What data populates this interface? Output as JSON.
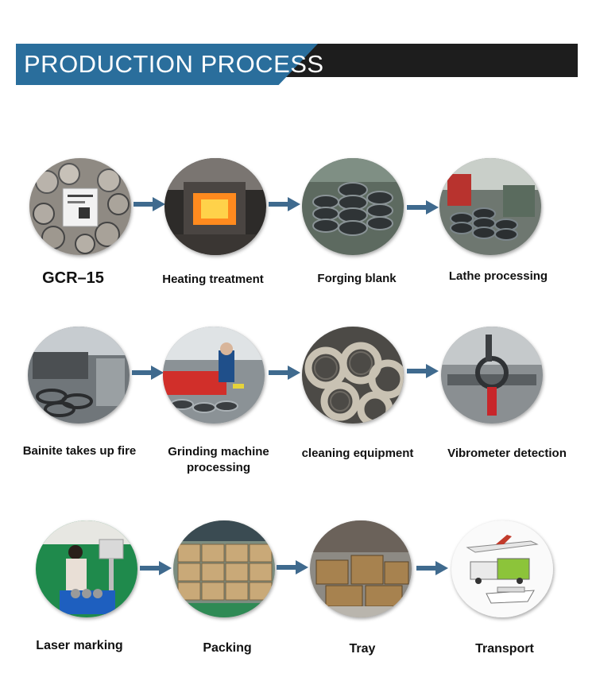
{
  "banner": {
    "title": "PRODUCTION PROCESS"
  },
  "steps": [
    {
      "label": "GCR–15",
      "icon": "steel-bars-photo"
    },
    {
      "label": "Heating treatment",
      "icon": "furnace-photo"
    },
    {
      "label": "Forging blank",
      "icon": "forged-rings-photo"
    },
    {
      "label": "Lathe processing",
      "icon": "lathe-photo"
    },
    {
      "label": "Bainite takes up fire",
      "icon": "bainite-furnace-photo"
    },
    {
      "label_line1": "Grinding machine",
      "label_line2": "processing",
      "icon": "grinding-machine-photo"
    },
    {
      "label": "cleaning equipment",
      "icon": "bearings-photo"
    },
    {
      "label": "Vibrometer detection",
      "icon": "vibrometer-photo"
    },
    {
      "label": "Laser marking",
      "icon": "laser-marking-photo"
    },
    {
      "label": "Packing",
      "icon": "packing-photo"
    },
    {
      "label": "Tray",
      "icon": "pallets-photo"
    },
    {
      "label": "Transport",
      "icon": "transport-photo"
    }
  ],
  "colors": {
    "accent": "#2a6e9c",
    "banner_dark": "#1d1d1d",
    "arrow": "#3f6a8e"
  }
}
